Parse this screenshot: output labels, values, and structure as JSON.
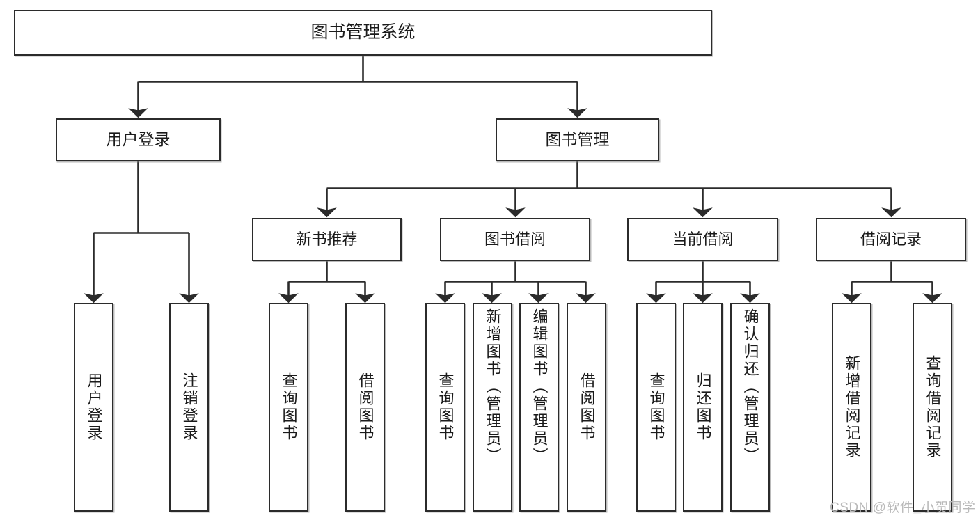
{
  "diagram": {
    "title": "图书管理系统",
    "type": "tree-hierarchy-chart",
    "root": {
      "label": "图书管理系统"
    },
    "level2": [
      {
        "label": "用户登录"
      },
      {
        "label": "图书管理"
      }
    ],
    "level3": [
      {
        "label": "新书推荐"
      },
      {
        "label": "图书借阅"
      },
      {
        "label": "当前借阅"
      },
      {
        "label": "借阅记录"
      }
    ],
    "leaves": {
      "user_login": [
        {
          "label": "用户登录"
        },
        {
          "label": "注销登录"
        }
      ],
      "new_book": [
        {
          "label": "查询图书"
        },
        {
          "label": "借阅图书"
        }
      ],
      "book_borrow": [
        {
          "label": "查询图书"
        },
        {
          "label": "新增图书（管理员）"
        },
        {
          "label": "编辑图书（管理员）"
        },
        {
          "label": "借阅图书"
        }
      ],
      "current_borrow": [
        {
          "label": "查询图书"
        },
        {
          "label": "归还图书"
        },
        {
          "label": "确认归还（管理员）"
        }
      ],
      "borrow_record": [
        {
          "label": "新增借阅记录"
        },
        {
          "label": "查询借阅记录"
        }
      ]
    }
  },
  "watermark": {
    "text": "CSDN @软件_小贺同学"
  },
  "colors": {
    "background": "#ffffff",
    "stroke": "#2b2b2b",
    "text": "#1a1a1a",
    "watermark": "#b9b9b9"
  }
}
